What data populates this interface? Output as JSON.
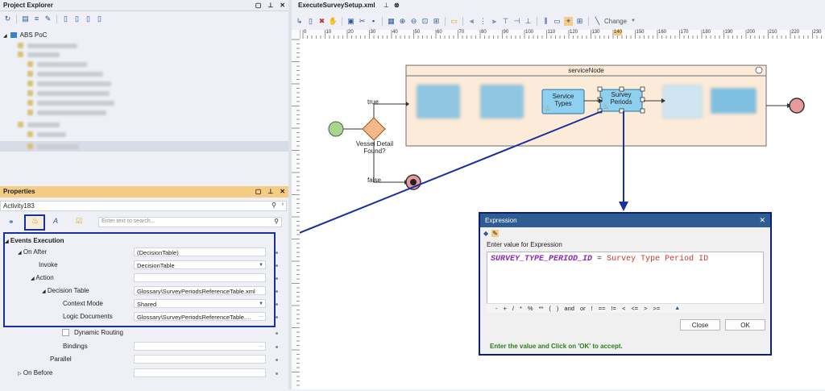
{
  "project_explorer": {
    "title": "Project Explorer",
    "root_label": "ABS PoC"
  },
  "properties": {
    "title": "Properties",
    "object_name": "Activity183",
    "search_placeholder": "Enter text to search...",
    "rows": [
      {
        "label": "Events Execution",
        "value": ""
      },
      {
        "label": "On After",
        "value": "(DecisionTable)"
      },
      {
        "label": "Invoke",
        "value": "DecisionTable"
      },
      {
        "label": "Action",
        "value": ""
      },
      {
        "label": "Decision Table",
        "value": "Glossary\\SurveyPeriodsReferenceTable.xml"
      },
      {
        "label": "Context Mode",
        "value": "Shared"
      },
      {
        "label": "Logic Documents",
        "value": "Glossary\\SurveyPeriodsReferenceTable...."
      },
      {
        "label": "Dynamic Routing",
        "value": ""
      },
      {
        "label": "Bindings",
        "value": ""
      },
      {
        "label": "Parallel",
        "value": ""
      },
      {
        "label": "On Before",
        "value": ""
      }
    ]
  },
  "editor": {
    "tab_label": "ExecuteSurveySetup.xml",
    "change_label": "Change",
    "ruler_ticks": [
      "0",
      "10",
      "20",
      "30",
      "40",
      "50",
      "60",
      "70",
      "80",
      "90",
      "100",
      "110",
      "120",
      "130",
      "140",
      "150",
      "160",
      "170",
      "180",
      "190",
      "200",
      "210",
      "220",
      "230"
    ],
    "diagram": {
      "service_node_label": "serviceNode",
      "gateway_label": "Vessel Detail\nFound?",
      "true_label": "true",
      "false_label": "false",
      "service_types_label": "Service\nTypes",
      "survey_periods_label": "Survey\nPeriods"
    }
  },
  "expression_dialog": {
    "title": "Expression",
    "prompt": "Enter value for Expression",
    "expr_identifier": "SURVEY_TYPE_PERIOD_ID",
    "expr_operator": "=",
    "expr_value": "Survey Type Period ID",
    "operators": [
      "-",
      "+",
      "/",
      "*",
      "%",
      "**",
      "(",
      ")",
      "and",
      "or",
      "!",
      "==",
      "!=",
      "<",
      "<=",
      ">",
      ">="
    ],
    "close_label": "Close",
    "ok_label": "OK",
    "hint": "Enter the value and Click on 'OK' to accept."
  },
  "colors": {
    "highlight_border": "#1a2fa0",
    "title_gold": "#f5cc84",
    "dialog_title": "#2f5c93",
    "hint_green": "#2e7d1e"
  }
}
